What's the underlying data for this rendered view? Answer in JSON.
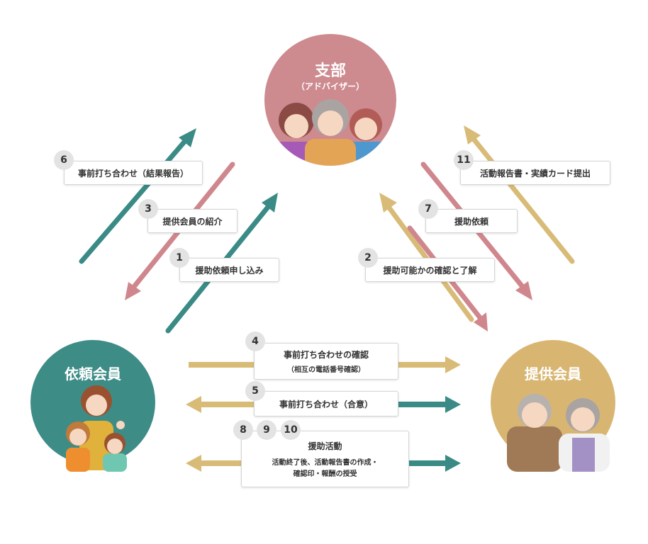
{
  "colors": {
    "branch": "#cd8a8f",
    "requester": "#3e8c86",
    "provider": "#d8b672",
    "teal_arrow": "#3a8a86",
    "pink_arrow": "#cf878d",
    "gold_arrow": "#d9bb78"
  },
  "nodes": {
    "branch": {
      "title": "支部",
      "subtitle": "（アドバイザー）"
    },
    "requester": {
      "title": "依頼会員"
    },
    "provider": {
      "title": "提供会員"
    }
  },
  "steps": {
    "s1": {
      "num": "1",
      "label": "援助依頼申し込み"
    },
    "s2": {
      "num": "2",
      "label": "援助可能かの確認と了解"
    },
    "s3": {
      "num": "3",
      "label": "提供会員の紹介"
    },
    "s4": {
      "num": "4",
      "label": "事前打ち合わせの確認",
      "sub": "（相互の電話番号確認）"
    },
    "s5": {
      "num": "5",
      "label": "事前打ち合わせ（合意）"
    },
    "s6": {
      "num": "6",
      "label": "事前打ち合わせ（結果報告）"
    },
    "s7": {
      "num": "7",
      "label": "援助依頼"
    },
    "s8_10": {
      "num8": "8",
      "num9": "9",
      "num10": "10",
      "label": "援助活動",
      "desc1": "活動終了後、活動報告書の作成・",
      "desc2": "確認印・報酬の授受"
    },
    "s11": {
      "num": "11",
      "label": "活動報告書・実績カード提出"
    }
  }
}
